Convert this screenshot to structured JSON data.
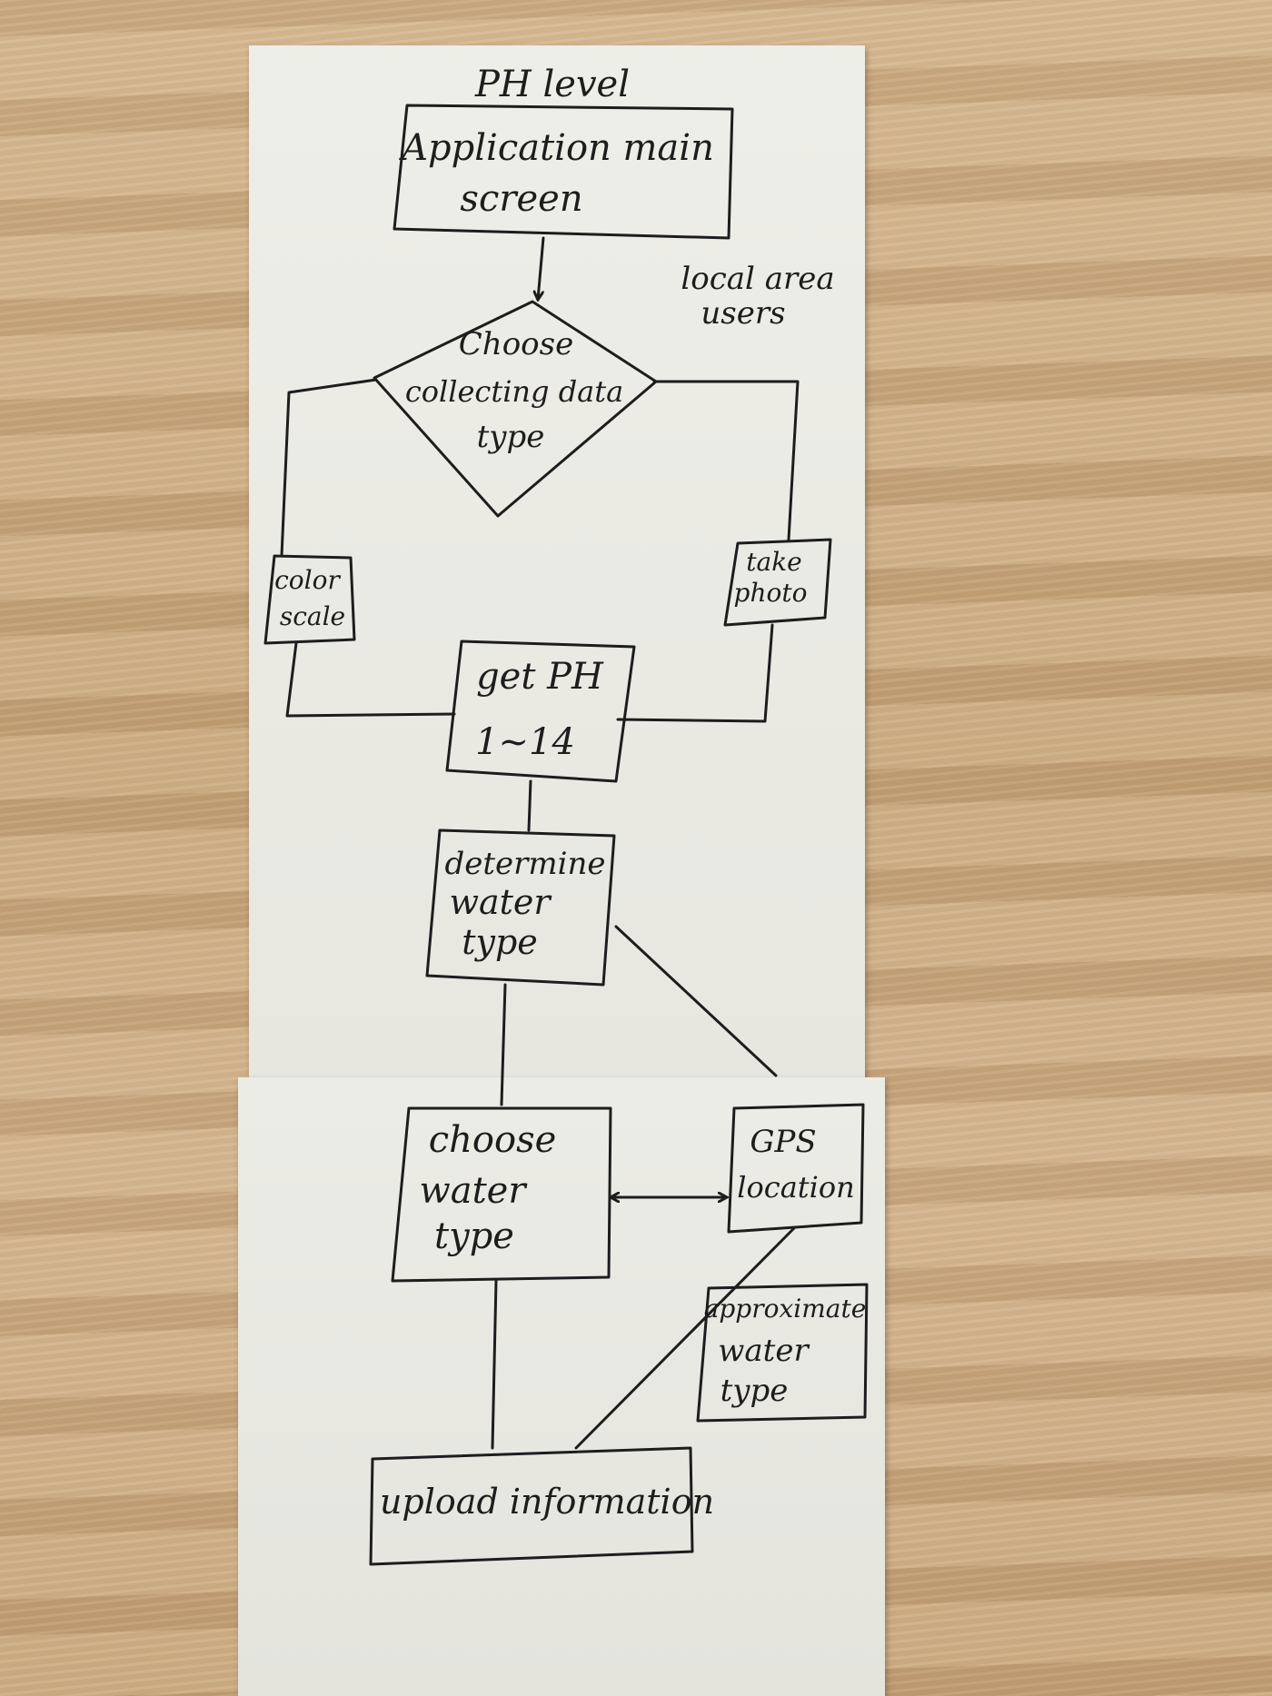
{
  "header_note": "PH level",
  "side_note": [
    "local area",
    "users"
  ],
  "nodes": {
    "main_screen": [
      "Application main",
      "screen"
    ],
    "choose_data_type": [
      "Choose",
      "collecting data",
      "type"
    ],
    "color_scale": [
      "color",
      "scale"
    ],
    "take_photo": [
      "take",
      "photo"
    ],
    "get_ph": [
      "get PH",
      "1~14"
    ],
    "determine_water_type": [
      "determine",
      "water",
      "type"
    ],
    "choose_water_type": [
      "choose",
      "water",
      "type"
    ],
    "gps_location": [
      "GPS",
      "location"
    ],
    "approximate_water_type": [
      "approximate",
      "water",
      "type"
    ],
    "upload_information": [
      "upload information"
    ]
  }
}
